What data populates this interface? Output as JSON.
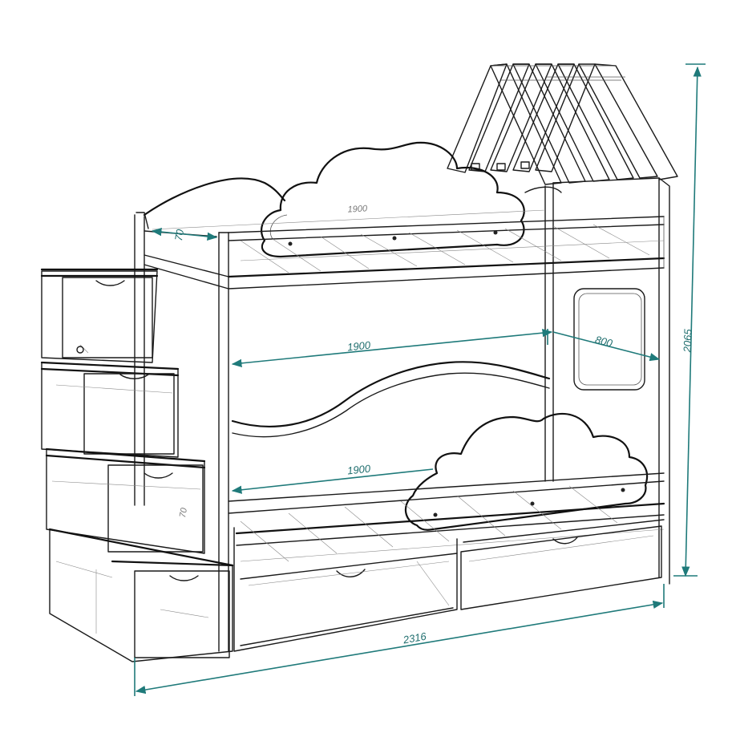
{
  "dimensions": {
    "height": "2065",
    "width": "2316",
    "upper_length": "1900",
    "middle_length": "1900",
    "lower_length": "1900",
    "depth": "800",
    "rail_width": "70",
    "step_label": "70"
  },
  "colors": {
    "dimension_line": "#1f7a7a",
    "outline": "#1a1a1a"
  }
}
